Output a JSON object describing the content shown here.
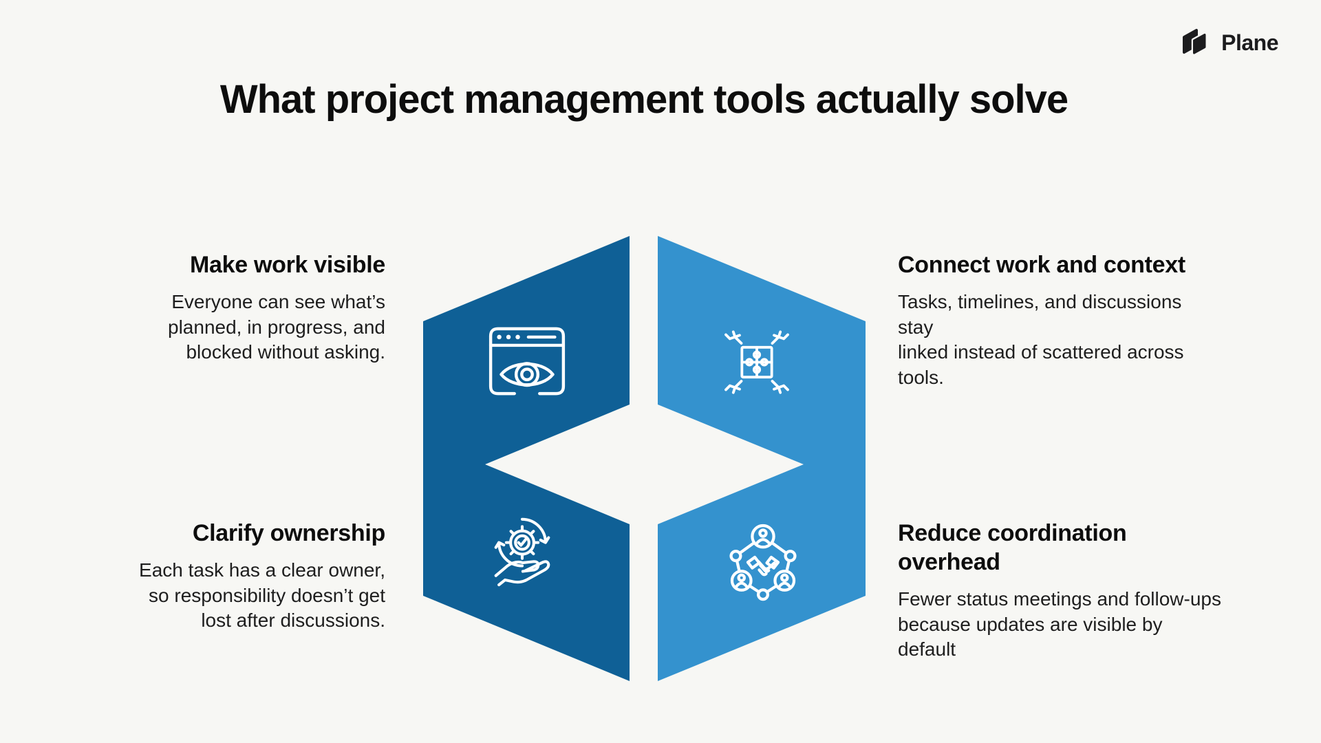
{
  "brand": {
    "name": "Plane"
  },
  "title": "What project management tools actually solve",
  "colors": {
    "background": "#f7f7f4",
    "dark_blue": "#0f6096",
    "light_blue": "#3492ce",
    "icon_stroke": "#ffffff",
    "text": "#1e1e1e"
  },
  "quadrants": [
    {
      "heading": "Make work visible",
      "body": "Everyone can see what’s\nplanned, in progress, and\nblocked without asking.",
      "icon": "browser-eye-icon",
      "panel": "dark_blue"
    },
    {
      "heading": "Connect work and context",
      "body": "Tasks, timelines, and discussions stay\nlinked instead of scattered across\ntools.",
      "icon": "puzzle-hands-icon",
      "panel": "light_blue"
    },
    {
      "heading": "Clarify ownership",
      "body": "Each task has a clear owner,\nso responsibility doesn’t get\nlost after discussions.",
      "icon": "hand-gear-icon",
      "panel": "dark_blue"
    },
    {
      "heading": "Reduce coordination overhead",
      "body": "Fewer status meetings and follow-ups\nbecause updates are visible by\ndefault",
      "icon": "handshake-network-icon",
      "panel": "light_blue"
    }
  ]
}
